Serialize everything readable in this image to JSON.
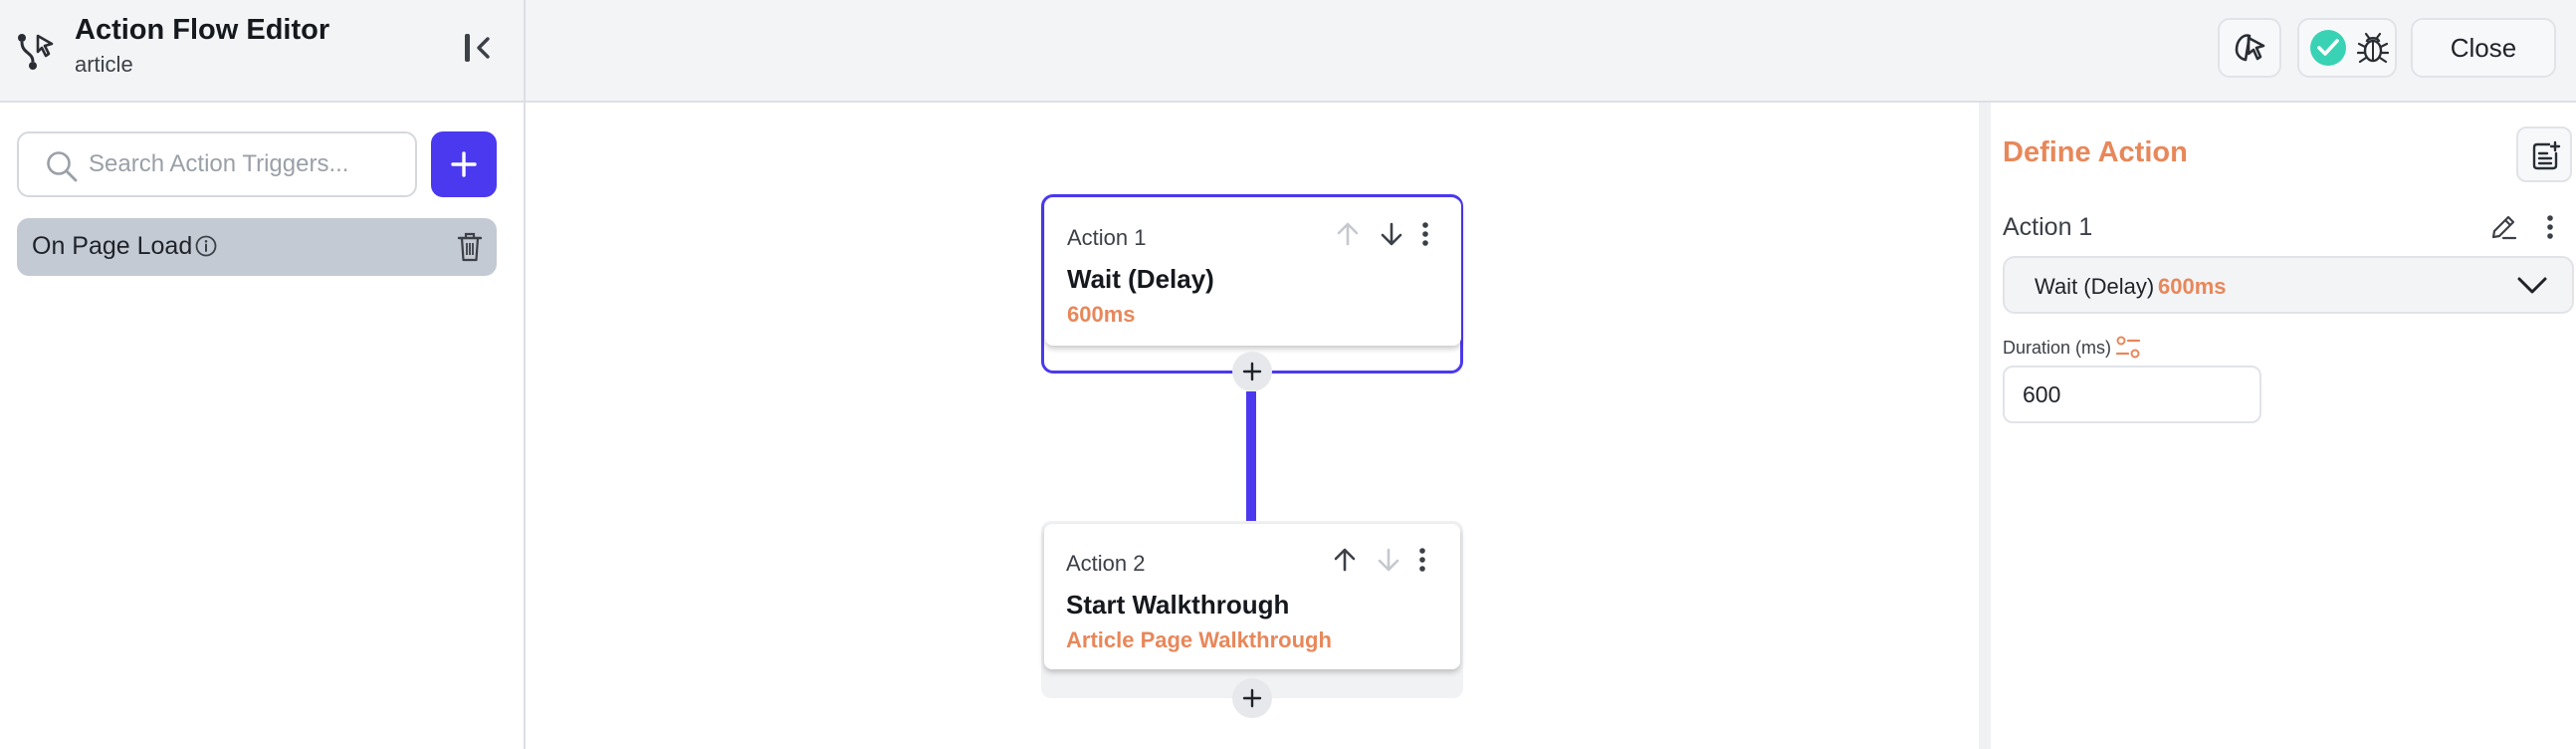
{
  "header": {
    "title": "Action Flow Editor",
    "subtitle": "article",
    "close_label": "Close",
    "icons": {
      "flow": "flow-icon",
      "collapse": "collapse-sidebar-icon",
      "figma": "figma-cursor-icon",
      "status": "check-circle-icon",
      "debug": "bug-icon"
    }
  },
  "sidebar": {
    "search_placeholder": "Search Action Triggers...",
    "triggers": [
      {
        "label": "On Page Load"
      }
    ]
  },
  "canvas": {
    "actions": [
      {
        "label": "Action 1",
        "name": "Wait (Delay)",
        "detail": "600ms",
        "selected": true
      },
      {
        "label": "Action 2",
        "name": "Start Walkthrough",
        "detail": "Article Page Walkthrough",
        "selected": false
      }
    ]
  },
  "panel": {
    "title": "Define Action",
    "action_name": "Action 1",
    "select_name": "Wait (Delay)",
    "select_value": "600ms",
    "field_label": "Duration (ms)",
    "field_value": "600"
  },
  "colors": {
    "accent": "#4b39ef",
    "orange": "#e8875a",
    "success": "#39d2b4",
    "trigger_bg": "#c4cad3"
  }
}
